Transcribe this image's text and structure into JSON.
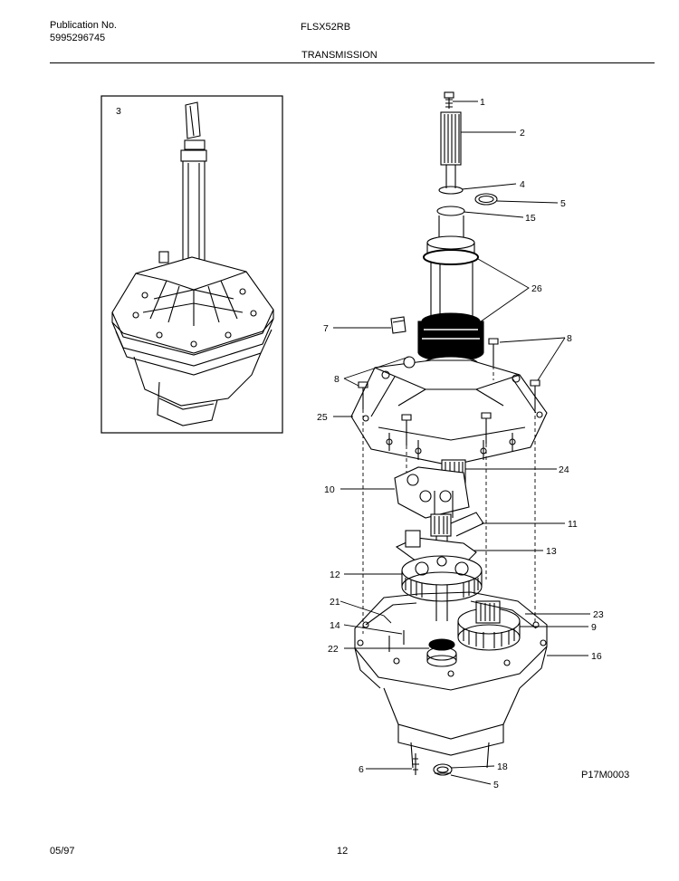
{
  "header": {
    "publication_label": "Publication No.",
    "publication_number": "5995296745",
    "model": "FLSX52RB",
    "section_title": "TRANSMISSION"
  },
  "callouts": {
    "c1": "1",
    "c2": "2",
    "c3": "3",
    "c4": "4",
    "c5a": "5",
    "c5b": "5",
    "c6": "6",
    "c7": "7",
    "c8a": "8",
    "c8b": "8",
    "c9": "9",
    "c10": "10",
    "c11": "11",
    "c12": "12",
    "c13": "13",
    "c14": "14",
    "c15": "15",
    "c16": "16",
    "c18": "18",
    "c21": "21",
    "c22": "22",
    "c23": "23",
    "c24": "24",
    "c25": "25",
    "c26": "26"
  },
  "figure_code": "P17M0003",
  "footer": {
    "date": "05/97",
    "page_number": "12"
  }
}
